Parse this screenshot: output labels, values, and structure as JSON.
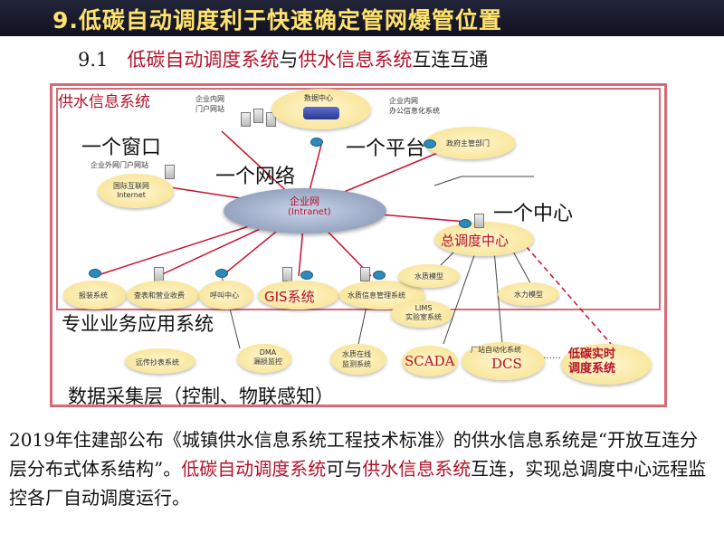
{
  "header": {
    "title": "9.低碳自动调度利于快速确定管网爆管位置",
    "subtitle_prefix": "9.1　",
    "subtitle_red1": "低碳自动调度系统",
    "subtitle_mid": "与",
    "subtitle_red2": "供水信息系统",
    "subtitle_suffix": "互连互通"
  },
  "diagram": {
    "frame_title": "供水信息系统",
    "window_label": "一个窗口",
    "network_label": "一个网络",
    "platform_label": "一个平台",
    "center_label": "一个中心",
    "app_layer": "专业业务应用系统",
    "data_layer": "数据采集层（控制、物联感知）",
    "intranet_portal": "企业内网\n门户网站",
    "data_center": "数据中心",
    "office_system": "企业内网\n办公信息化系统",
    "extranet_portal": "企业外网门户网站",
    "internet": "国际互联网\nInternet",
    "enterprise_net": "企业网",
    "intranet_en": "(Intranet)",
    "gov_dept": "政府主管部门",
    "dispatch_center": "总调度中心",
    "apps": [
      "报装系统",
      "查表和营业收费",
      "呼叫中心",
      "GIS系统",
      "水质信息管理系统"
    ],
    "water_quality_model": "水质模型",
    "hydraulic_model": "水力模型",
    "lims": "LIMS\n实验室系统",
    "field": [
      "远传抄表系统",
      "DMA\n漏损监控",
      "水质在线\n监测系统",
      "SCADA",
      "厂站自动化系统",
      "DCS",
      "低碳实时\n调度系统"
    ],
    "ellipsis": "……"
  },
  "caption": {
    "p1": "2019年住建部公布《城镇供水信息系统工程技术标准》的供水信息系统是“开放互连分层分布式体系结构”。",
    "r1": "低碳自动调度系统",
    "p2": "可与",
    "r2": "供水信息系统",
    "p3": "互连，实现总调度中心远程监控各厂自动调度运行。"
  }
}
